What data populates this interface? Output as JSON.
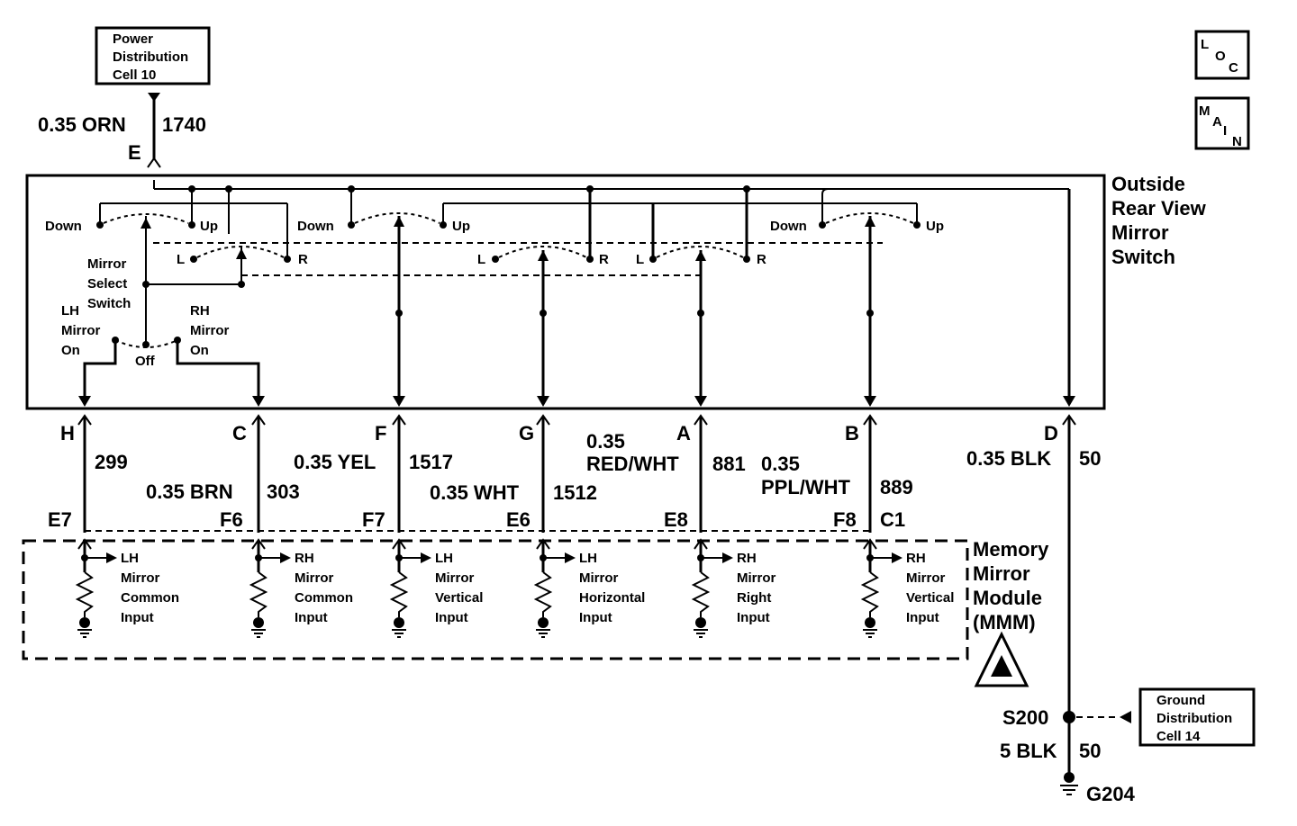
{
  "boxes": {
    "power": [
      "Power",
      "Distribution",
      "Cell 10"
    ],
    "ground": [
      "Ground",
      "Distribution",
      "Cell 14"
    ],
    "loc": [
      "L",
      "O",
      "C"
    ],
    "main": [
      "M",
      "A",
      "I",
      "N"
    ]
  },
  "switch_title": [
    "Outside",
    "Rear View",
    "Mirror",
    "Switch"
  ],
  "module_title": [
    "Memory",
    "Mirror",
    "Module",
    "(MMM)"
  ],
  "top_wire": {
    "size_color": "0.35 ORN",
    "circuit": "1740",
    "pin": "E"
  },
  "switch_labels": {
    "down": "Down",
    "up": "Up",
    "l": "L",
    "r": "R",
    "select": [
      "Mirror",
      "Select",
      "Switch"
    ],
    "lh_on": [
      "LH",
      "Mirror",
      "On"
    ],
    "rh_on": [
      "RH",
      "Mirror",
      "On"
    ],
    "off": "Off"
  },
  "pins": {
    "h": "H",
    "c": "C",
    "f": "F",
    "g": "G",
    "a": "A",
    "b": "B",
    "d": "D",
    "e7": "E7",
    "f6": "F6",
    "f7": "F7",
    "e6": "E6",
    "e8": "E8",
    "f8": "F8",
    "c1": "C1"
  },
  "wires": {
    "w299": "299",
    "brn": "0.35 BRN",
    "w303": "303",
    "yel": "0.35 YEL",
    "w1517": "1517",
    "wht": "0.35 WHT",
    "w1512": "1512",
    "redwht": [
      "0.35",
      "RED/WHT"
    ],
    "w881": "881",
    "pplwht": [
      "0.35",
      "PPL/WHT"
    ],
    "w889": "889",
    "blk": "0.35 BLK",
    "w50": "50",
    "blk5": "5 BLK",
    "w50b": "50"
  },
  "inputs": [
    [
      "LH",
      "Mirror",
      "Common",
      "Input"
    ],
    [
      "RH",
      "Mirror",
      "Common",
      "Input"
    ],
    [
      "LH",
      "Mirror",
      "Vertical",
      "Input"
    ],
    [
      "LH",
      "Mirror",
      "Horizontal",
      "Input"
    ],
    [
      "RH",
      "Mirror",
      "Right",
      "Input"
    ],
    [
      "RH",
      "Mirror",
      "Vertical",
      "Input"
    ]
  ],
  "splice": "S200",
  "ground_pt": "G204"
}
